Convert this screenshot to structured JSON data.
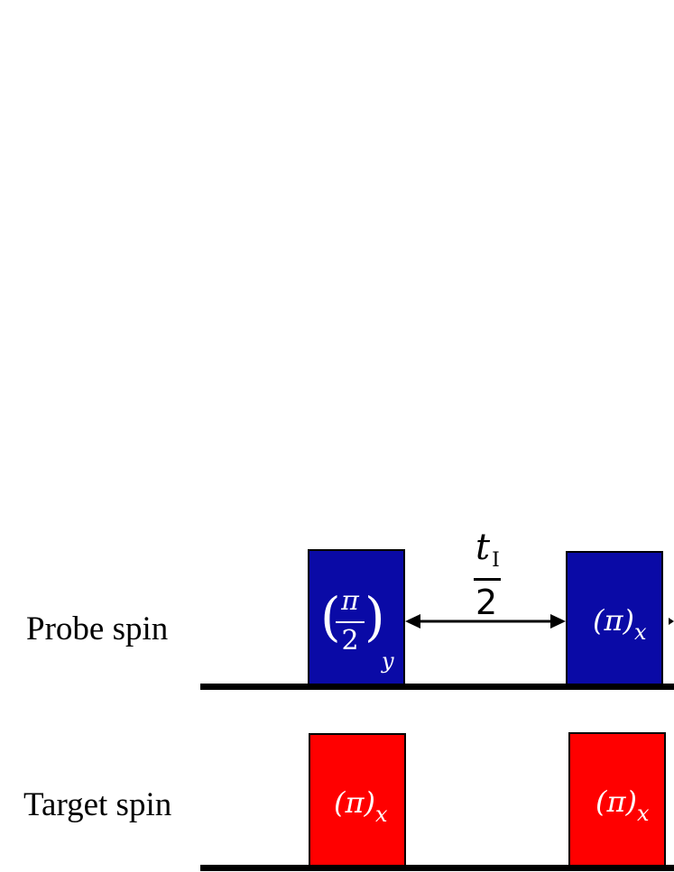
{
  "rows": {
    "probe": {
      "label": "Probe spin"
    },
    "target": {
      "label": "Target spin"
    }
  },
  "pulses": {
    "probe_first": {
      "numerator": "π",
      "denominator": "2",
      "subscript": "y",
      "color": "#0a0aa6"
    },
    "probe_second": {
      "symbol": "(π)",
      "subscript": "x",
      "color": "#0a0aa6"
    },
    "target_first": {
      "symbol": "(π)",
      "subscript": "x",
      "color": "#ff0000"
    },
    "target_second": {
      "symbol": "(π)",
      "subscript": "x",
      "color": "#ff0000"
    }
  },
  "delay": {
    "numerator": "t",
    "numerator_subscript": "I",
    "denominator": "2"
  }
}
